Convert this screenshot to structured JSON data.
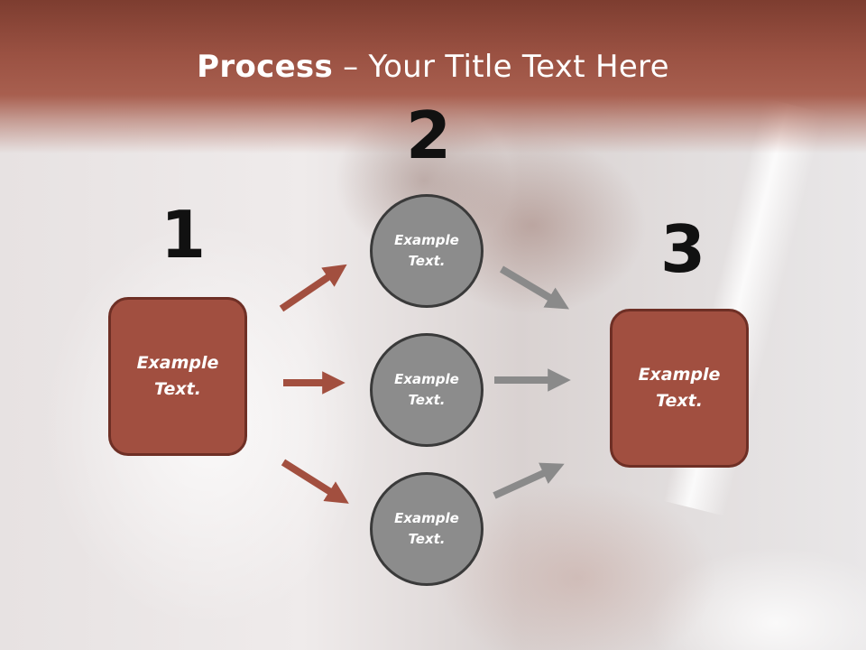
{
  "title": {
    "bold": "Process",
    "rest": " – Your Title Text Here"
  },
  "steps": {
    "one": {
      "number": "1",
      "text": "Example\nText."
    },
    "two": {
      "number": "2",
      "circles": [
        {
          "text": "Example\nText."
        },
        {
          "text": "Example\nText."
        },
        {
          "text": "Example\nText."
        }
      ]
    },
    "three": {
      "number": "3",
      "text": "Example\nText."
    }
  },
  "colors": {
    "header": "#9a5142",
    "box_fill": "#a14f40",
    "box_border": "#6e2f25",
    "circle_fill": "#8c8c8c",
    "circle_border": "#3a3a3a",
    "arrow_left": "#a24f3f",
    "arrow_right": "#8a8a8a"
  }
}
